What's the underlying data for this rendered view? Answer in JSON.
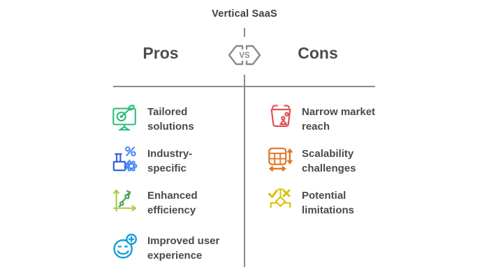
{
  "title": "Vertical SaaS",
  "versus_badge": "VS",
  "pros": {
    "heading": "Pros",
    "items": [
      {
        "icon": "monitor-target-icon",
        "label": "Tailored\nsolutions",
        "color": "#2ebd7d"
      },
      {
        "icon": "factory-percent-gear-icon",
        "label": "Industry-\nspecific",
        "color": "#4b87f8"
      },
      {
        "icon": "growth-chart-icon",
        "label": "Enhanced\nefficiency",
        "color": "#45a449"
      },
      {
        "icon": "smiley-plus-icon",
        "label": "Improved user\nexperience",
        "color": "#18a0d7"
      }
    ]
  },
  "cons": {
    "heading": "Cons",
    "items": [
      {
        "icon": "basket-audience-icon",
        "label": "Narrow market\nreach",
        "color": "#e05252"
      },
      {
        "icon": "grid-resize-arrows-icon",
        "label": "Scalability\nchallenges",
        "color": "#e0792b"
      },
      {
        "icon": "decision-check-x-icon",
        "label": "Potential\nlimitations",
        "color": "#d9c208"
      }
    ]
  },
  "colors": {
    "divider_gray": "#8a8a8a",
    "title_text": "#3f3f3f",
    "heading_text": "#4d4d4d",
    "item_text": "#4a4a4a",
    "pros_green": "#2ebd7d",
    "industry_blue": "#4b87f8",
    "industry_blue_dark": "#2e5cd6",
    "efficiency_lime": "#a9c93b",
    "efficiency_green": "#45a449",
    "experience_cyan": "#18a0d7",
    "cons_red": "#e05252",
    "scalability_orange": "#e0792b",
    "limitations_yellow": "#d9c208"
  }
}
